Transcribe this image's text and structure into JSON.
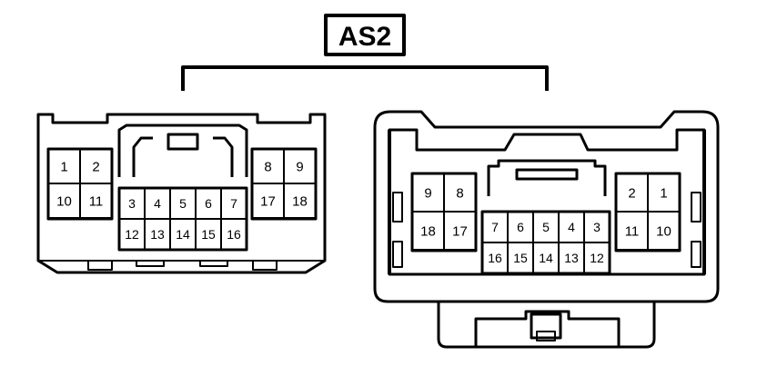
{
  "title": "AS2",
  "colors": {
    "line": "#000000",
    "background": "#ffffff"
  },
  "left_connector": {
    "top_left_pins": [
      [
        "1",
        "2"
      ],
      [
        "10",
        "11"
      ]
    ],
    "center_pins": [
      [
        "3",
        "4",
        "5",
        "6",
        "7"
      ],
      [
        "12",
        "13",
        "14",
        "15",
        "16"
      ]
    ],
    "top_right_pins": [
      [
        "8",
        "9"
      ],
      [
        "17",
        "18"
      ]
    ]
  },
  "right_connector": {
    "left_pins": [
      [
        "9",
        "8"
      ],
      [
        "18",
        "17"
      ]
    ],
    "center_pins": [
      [
        "7",
        "6",
        "5",
        "4",
        "3"
      ],
      [
        "16",
        "15",
        "14",
        "13",
        "12"
      ]
    ],
    "right_pins": [
      [
        "2",
        "1"
      ],
      [
        "11",
        "10"
      ]
    ]
  }
}
